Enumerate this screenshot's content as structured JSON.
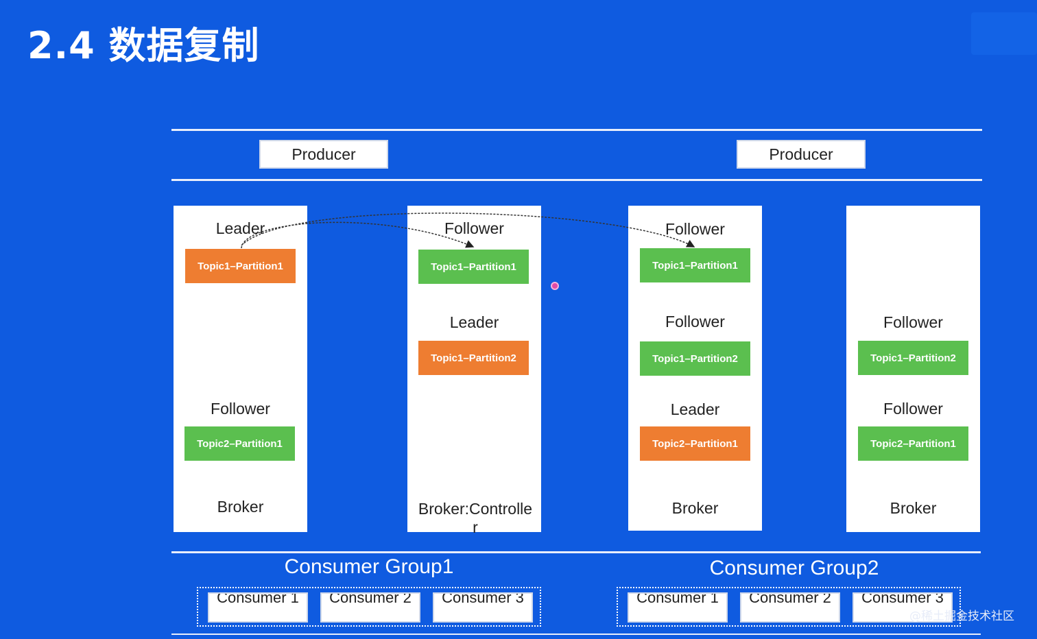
{
  "title": "2.4 数据复制",
  "producers": [
    "Producer",
    "Producer"
  ],
  "brokers": [
    {
      "name": "Broker",
      "roles": [
        "Leader",
        "Follower"
      ],
      "partitions": [
        {
          "label": "Topic1–Partition1",
          "kind": "leader"
        },
        {
          "label": "Topic2–Partition1",
          "kind": "follower"
        }
      ]
    },
    {
      "name": "Broker:Controller",
      "roles": [
        "Follower",
        "Leader"
      ],
      "partitions": [
        {
          "label": "Topic1–Partition1",
          "kind": "follower"
        },
        {
          "label": "Topic1–Partition2",
          "kind": "leader"
        }
      ]
    },
    {
      "name": "Broker",
      "roles": [
        "Follower",
        "Follower",
        "Leader"
      ],
      "partitions": [
        {
          "label": "Topic1–Partition1",
          "kind": "follower"
        },
        {
          "label": "Topic1–Partition2",
          "kind": "follower"
        },
        {
          "label": "Topic2–Partition1",
          "kind": "leader"
        }
      ]
    },
    {
      "name": "Broker",
      "roles": [
        "Follower",
        "Follower"
      ],
      "partitions": [
        {
          "label": "Topic1–Partition2",
          "kind": "follower"
        },
        {
          "label": "Topic2–Partition1",
          "kind": "follower"
        }
      ]
    }
  ],
  "consumer_groups": [
    {
      "name": "Consumer Group1",
      "consumers": [
        "Consumer 1",
        "Consumer 2",
        "Consumer 3"
      ]
    },
    {
      "name": "Consumer Group2",
      "consumers": [
        "Consumer 1",
        "Consumer 2",
        "Consumer 3"
      ]
    }
  ],
  "watermark": "@稀土掘金技术社区",
  "colors": {
    "background": "#0f5be0",
    "leader_partition": "#ee7d31",
    "follower_partition": "#5bbf4f",
    "box": "#ffffff"
  }
}
